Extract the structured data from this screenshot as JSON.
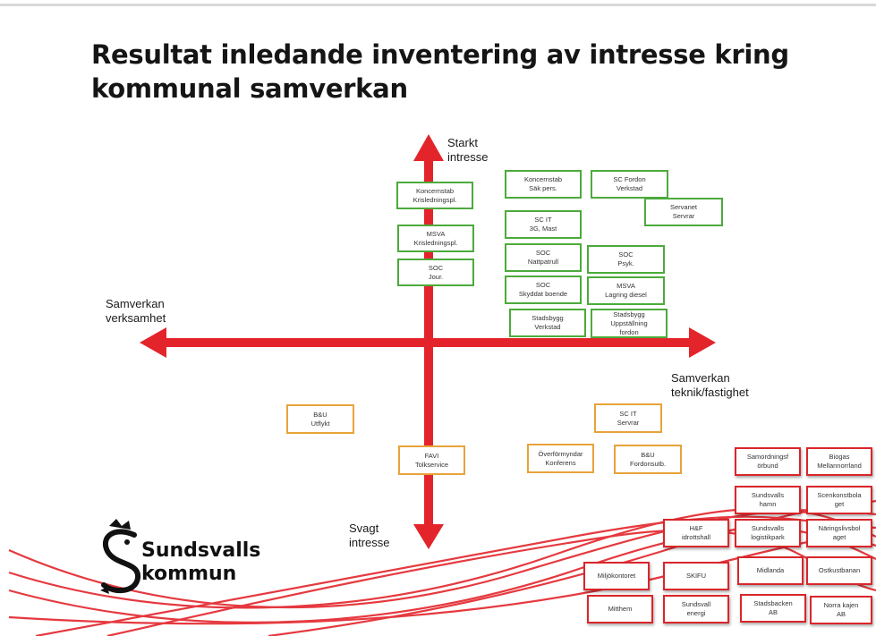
{
  "title": "Resultat inledande inventering av intresse kring kommunal samverkan",
  "axes": {
    "top": {
      "line1": "Starkt",
      "line2": "intresse"
    },
    "bottom": {
      "line1": "Svagt",
      "line2": "intresse"
    },
    "left": {
      "line1": "Samverkan",
      "line2": "verksamhet"
    },
    "right": {
      "line1": "Samverkan",
      "line2": "teknik/fastighet"
    }
  },
  "colors": {
    "axis": "#e3242b",
    "strong": "#4caa3c",
    "weak": "#e8a33a",
    "external": "#d9262a"
  },
  "boxes_strong": [
    "Koncernstab\nKrisledningspl.",
    "MSVA\nKrisledningspl.",
    "SOC\nJour.",
    "Koncernstab\nSäk pers.",
    "SC Fordon\nVerkstad",
    "Servanet\nServrar",
    "SC IT\n3G, Mast",
    "SOC\nNattpatrull",
    "SOC\nPsyk.",
    "SOC\nSkyddat boende",
    "MSVA\nLagring diesel",
    "Stadsbygg\nVerkstad",
    "Stadsbygg\nUppställning\nfordon"
  ],
  "boxes_weak": [
    "B&U\nUtflykt",
    "FAVI\nTolkservice",
    "SC IT\nServrar",
    "Överförmyndar\nKonferens",
    "B&U\nFordonsutb."
  ],
  "boxes_external": [
    "Samordningsf\nörbund",
    "Biogas\nMellannorrland",
    "Sundsvalls\nhamn",
    "Scenkonstbola\nget",
    "H&F\nidrottshall",
    "Sundsvalls\nlogistikpark",
    "Näringslivsbol\naget",
    "Miljökontoret",
    "SKIFU",
    "Midlanda",
    "Ostkustbanan",
    "Mitthem",
    "Sundsvall\nenergi",
    "Stadsbacken\nAB",
    "Norra kajen\nAB"
  ],
  "logo": {
    "line1": "Sundsvalls",
    "line2": "kommun"
  }
}
